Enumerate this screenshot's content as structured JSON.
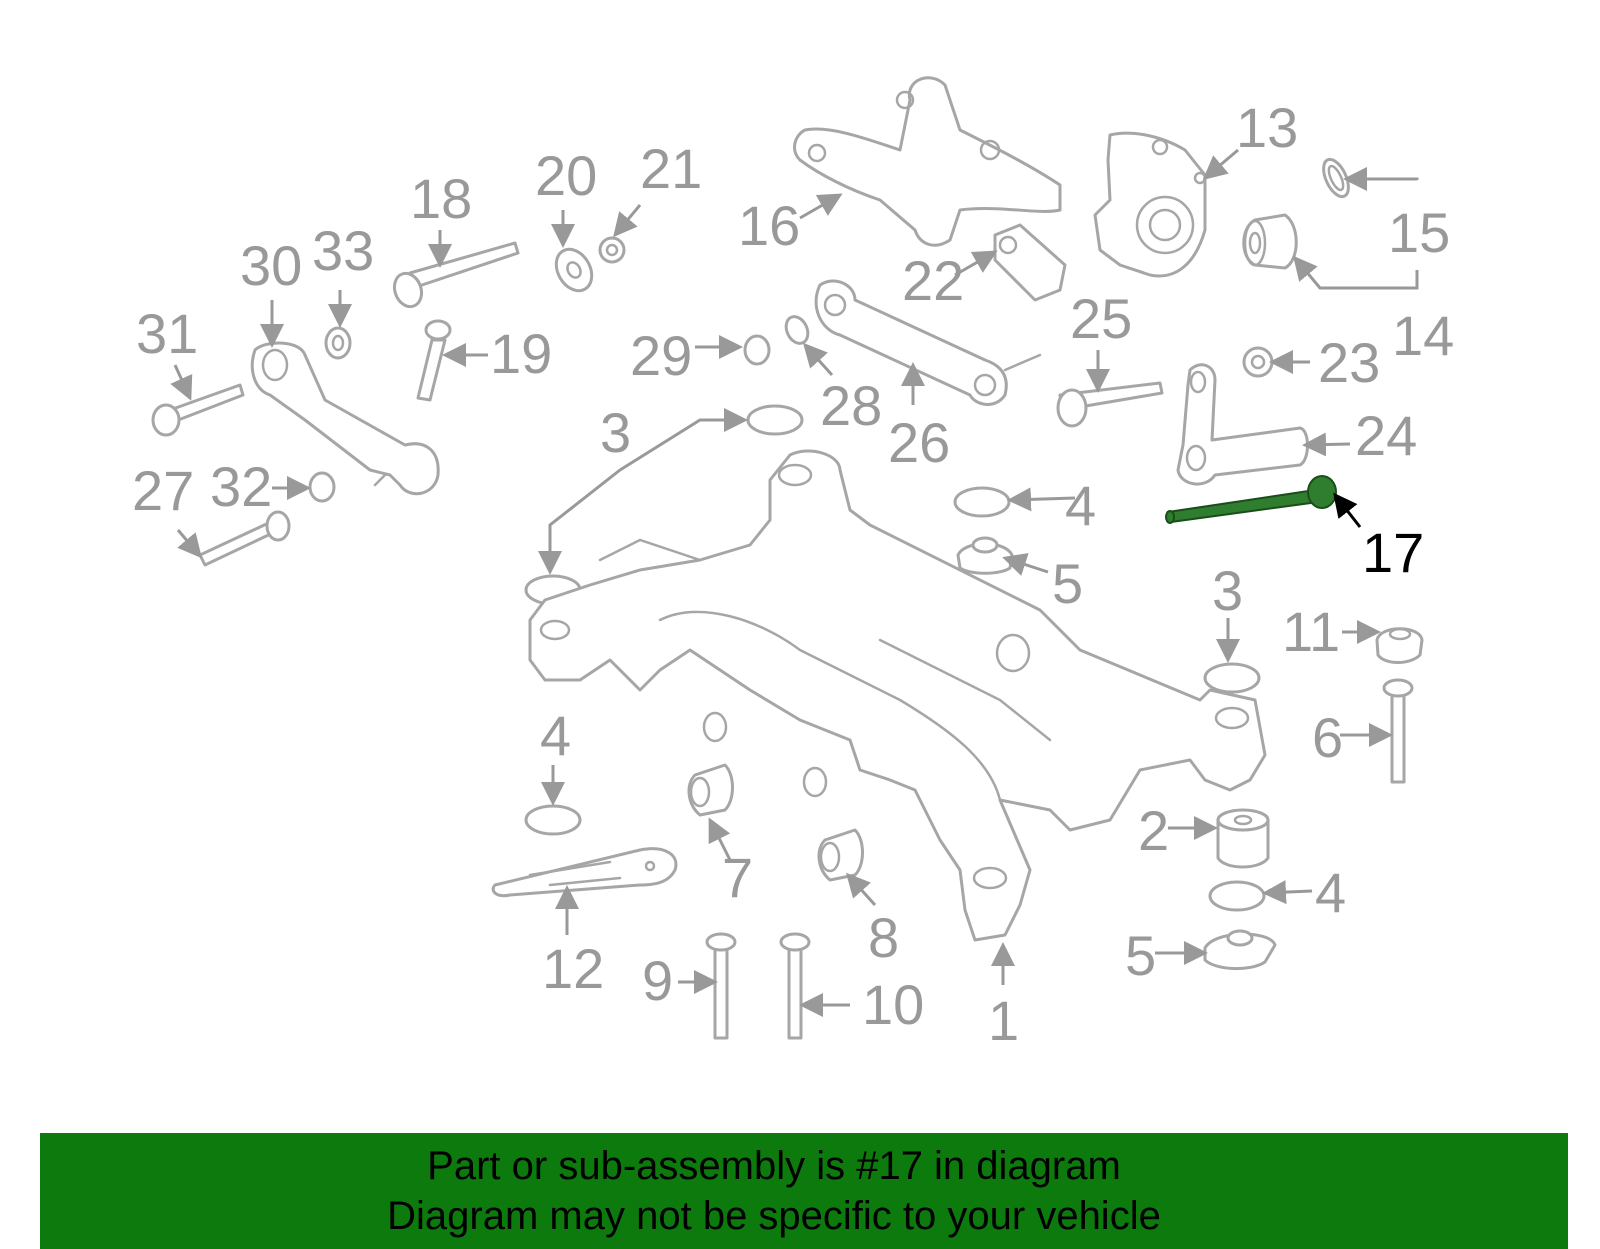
{
  "highlight_color": "#2f7d2f",
  "banner_color": "#0d7a0d",
  "callouts": {
    "n1": "1",
    "n2": "2",
    "n3a": "3",
    "n3b": "3",
    "n4a": "4",
    "n4b": "4",
    "n4c": "4",
    "n5a": "5",
    "n5b": "5",
    "n6": "6",
    "n7": "7",
    "n8": "8",
    "n9": "9",
    "n10": "10",
    "n11": "11",
    "n12": "12",
    "n13": "13",
    "n14": "14",
    "n15": "15",
    "n16": "16",
    "n17": "17",
    "n18": "18",
    "n19": "19",
    "n20": "20",
    "n21": "21",
    "n22": "22",
    "n23": "23",
    "n24": "24",
    "n25": "25",
    "n26": "26",
    "n27": "27",
    "n28": "28",
    "n29": "29",
    "n30": "30",
    "n31": "31",
    "n32": "32",
    "n33": "33"
  },
  "banner": {
    "line1": "Part or sub-assembly is #17 in diagram",
    "line2": "Diagram may not be specific to your vehicle"
  }
}
